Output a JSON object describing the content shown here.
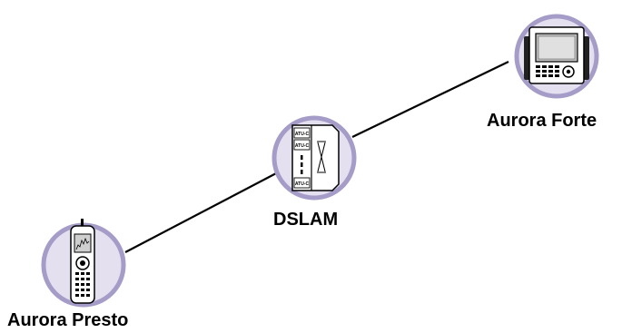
{
  "nodes": {
    "aurora_forte": {
      "label": "Aurora Forte"
    },
    "dslam": {
      "label": "DSLAM",
      "card_labels": [
        "ATU-C",
        "ATU-C",
        "ATU-C"
      ]
    },
    "aurora_presto": {
      "label": "Aurora Presto"
    }
  },
  "colors": {
    "circle_fill": "#e4e0f0",
    "circle_stroke": "#a69cc8",
    "line": "#000000"
  },
  "icons": {
    "aurora_forte": "benchtop-tester-icon",
    "dslam": "dslam-rack-icon",
    "aurora_presto": "handheld-tester-icon"
  }
}
